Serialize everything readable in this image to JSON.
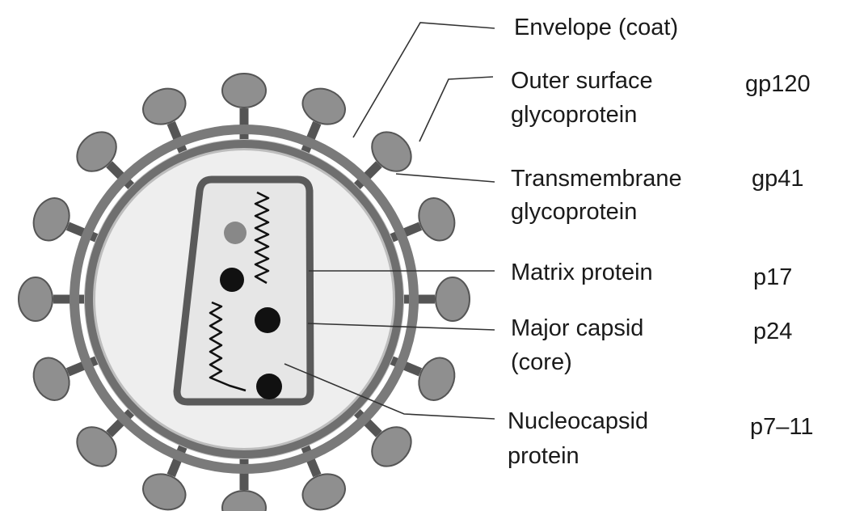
{
  "labels": {
    "envelope": "Envelope (coat)",
    "outer_surface_line1": "Outer surface",
    "outer_surface_line2": "glycoprotein",
    "transmembrane_line1": "Transmembrane",
    "transmembrane_line2": "glycoprotein",
    "matrix": "Matrix protein",
    "capsid_line1": "Major capsid",
    "capsid_line2": "(core)",
    "nucleocapsid_line1": "Nucleocapsid",
    "nucleocapsid_line2": "protein"
  },
  "codes": {
    "outer_surface": "gp120",
    "transmembrane": "gp41",
    "matrix": "p17",
    "capsid": "p24",
    "nucleocapsid": "p7–11"
  },
  "colors": {
    "membrane": "#8a8a8a",
    "membrane_dark": "#555555",
    "knob": "#8f8f8f",
    "interior": "#eeeeee",
    "core_fill": "#e6e6e6",
    "dot_dark": "#111111",
    "dot_grey": "#888888",
    "leader": "#333333"
  }
}
